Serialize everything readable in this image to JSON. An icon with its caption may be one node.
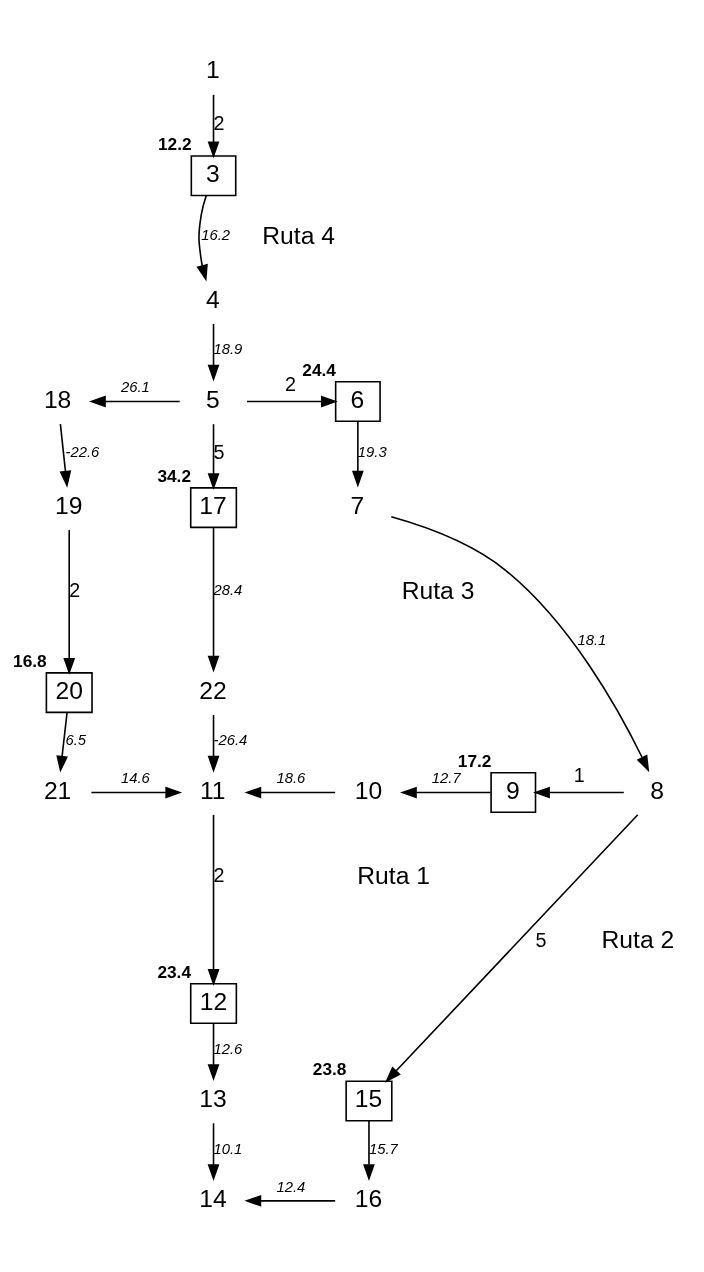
{
  "diagram": {
    "nodes": [
      {
        "text": [
          "1"
        ]
      },
      {
        "text": [
          "3"
        ],
        "beside": [
          "12.2"
        ]
      },
      {
        "text": [
          "4"
        ]
      },
      {
        "text": [
          "5"
        ]
      },
      {
        "text": [
          "6"
        ],
        "beside": [
          "24.4"
        ]
      },
      {
        "text": [
          "7"
        ]
      },
      {
        "text": [
          "8"
        ]
      },
      {
        "text": [
          "9"
        ],
        "beside": [
          "17.2"
        ]
      },
      {
        "text": [
          "10"
        ]
      },
      {
        "text": [
          "11"
        ]
      },
      {
        "text": [
          "12"
        ],
        "beside": [
          "23.4"
        ]
      },
      {
        "text": [
          "13"
        ]
      },
      {
        "text": [
          "14"
        ]
      },
      {
        "text": [
          "15"
        ],
        "beside": [
          "23.8"
        ]
      },
      {
        "text": [
          "16"
        ]
      },
      {
        "text": [
          "17"
        ],
        "beside": [
          "34.2"
        ]
      },
      {
        "text": [
          "18"
        ]
      },
      {
        "text": [
          "19"
        ]
      },
      {
        "text": [
          "20"
        ],
        "beside": [
          "16.8"
        ]
      },
      {
        "text": [
          "21"
        ]
      },
      {
        "text": [
          "22"
        ]
      }
    ],
    "edges": [
      {
        "from": 0,
        "to": 1,
        "arrow": "to",
        "label": "2"
      },
      {
        "from": 1,
        "to": 2,
        "arrow": "to",
        "label": "16.2"
      },
      {
        "from": 2,
        "to": 3,
        "arrow": "to",
        "label": "18.9"
      },
      {
        "from": 3,
        "to": 16,
        "arrow": "to",
        "label": "26.1"
      },
      {
        "from": 3,
        "to": 4,
        "arrow": "to",
        "label": "2"
      },
      {
        "from": 3,
        "to": 15,
        "arrow": "to",
        "label": "5"
      },
      {
        "from": 16,
        "to": 17,
        "arrow": "to",
        "label": "-22.6"
      },
      {
        "from": 4,
        "to": 5,
        "arrow": "to",
        "label": "19.3"
      },
      {
        "from": 15,
        "to": 20,
        "arrow": "to",
        "label": "28.4"
      },
      {
        "from": 17,
        "to": 18,
        "arrow": "to",
        "label": "2"
      },
      {
        "from": 5,
        "to": 6,
        "arrow": "to",
        "label": "18.1"
      },
      {
        "from": 20,
        "to": 9,
        "arrow": "to",
        "label": "-26.4"
      },
      {
        "from": 18,
        "to": 19,
        "arrow": "to",
        "label": "6.5"
      },
      {
        "from": 19,
        "to": 9,
        "arrow": "to",
        "label": "14.6"
      },
      {
        "from": 8,
        "to": 9,
        "arrow": "to",
        "label": "18.6"
      },
      {
        "from": 7,
        "to": 8,
        "arrow": "to",
        "label": "12.7"
      },
      {
        "from": 6,
        "to": 7,
        "arrow": "to",
        "label": "1"
      },
      {
        "from": 6,
        "to": 13,
        "arrow": "to",
        "label": "5"
      },
      {
        "from": 9,
        "to": 10,
        "arrow": "to",
        "label": "2"
      },
      {
        "from": 10,
        "to": 11,
        "arrow": "to",
        "label": "12.6"
      },
      {
        "from": 13,
        "to": 14,
        "arrow": "to",
        "label": "15.7"
      },
      {
        "from": 11,
        "to": 12,
        "arrow": "to",
        "label": "10.1"
      },
      {
        "from": 14,
        "to": 12,
        "arrow": "to",
        "label": "12.4"
      }
    ],
    "labels": [
      "Ruta 4",
      "Ruta 3",
      "Ruta 1",
      "Ruta 2"
    ]
  }
}
